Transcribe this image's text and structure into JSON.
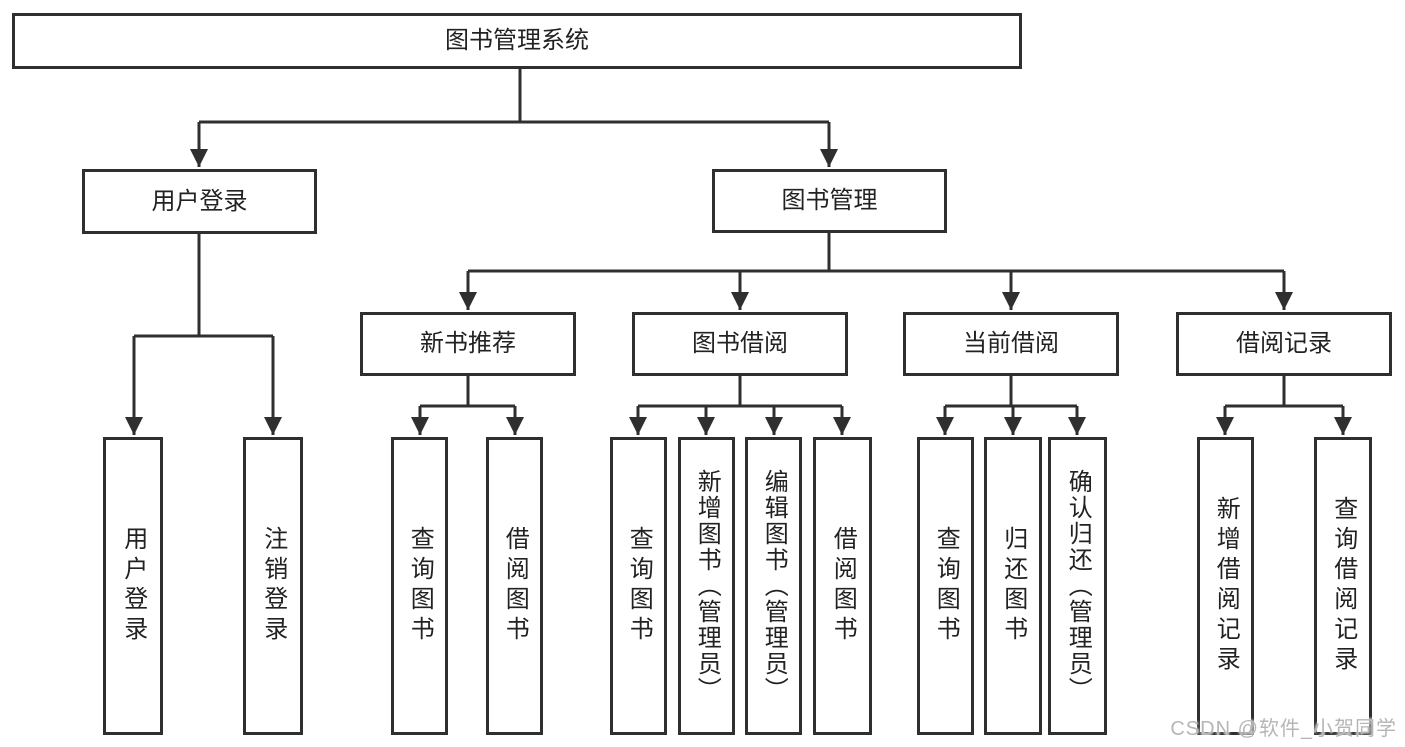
{
  "diagram": {
    "root": {
      "label": "图书管理系统"
    },
    "level2": {
      "user_login": {
        "label": "用户登录"
      },
      "book_management": {
        "label": "图书管理"
      }
    },
    "level3": {
      "new_book_recommend": {
        "label": "新书推荐"
      },
      "book_borrow": {
        "label": "图书借阅"
      },
      "current_borrow": {
        "label": "当前借阅"
      },
      "borrow_records": {
        "label": "借阅记录"
      }
    },
    "leaves": {
      "user_login_login": {
        "label": "用户登录"
      },
      "user_login_logout": {
        "label": "注销登录"
      },
      "recommend_query_books": {
        "label": "查询图书"
      },
      "recommend_borrow_books": {
        "label": "借阅图书"
      },
      "borrow_query_books": {
        "label": "查询图书"
      },
      "borrow_add_books_admin": {
        "label": "新增图书（管理员）"
      },
      "borrow_edit_books_admin": {
        "label": "编辑图书（管理员）"
      },
      "borrow_borrow_books": {
        "label": "借阅图书"
      },
      "current_query_books": {
        "label": "查询图书"
      },
      "current_return_books": {
        "label": "归还图书"
      },
      "current_confirm_return_admin": {
        "label": "确认归还（管理员）"
      },
      "records_add_record": {
        "label": "新增借阅记录"
      },
      "records_query_record": {
        "label": "查询借阅记录"
      }
    },
    "watermark": "CSDN @软件_小贺同学",
    "colors": {
      "line": "#2f2f2f",
      "box_border": "#2f2f2f",
      "text": "#222222",
      "background": "#ffffff",
      "watermark": "#b6b6b6"
    }
  }
}
